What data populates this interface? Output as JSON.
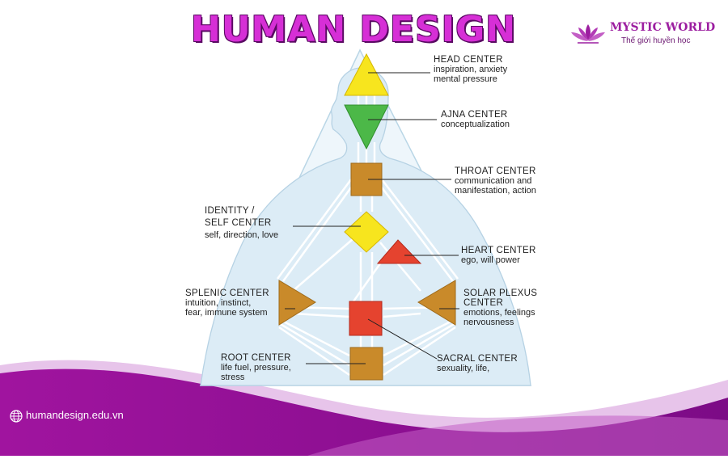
{
  "header": {
    "title": "HUMAN DESIGN"
  },
  "brand": {
    "name": "MYSTIC WORLD",
    "tagline": "Thế giới huyền học",
    "icon": "lotus-icon"
  },
  "centers": {
    "head": {
      "title": "HEAD CENTER",
      "desc": [
        "inspiration, anxiety",
        "mental pressure"
      ],
      "color": "#f7e51e"
    },
    "ajna": {
      "title": "AJNA CENTER",
      "desc": [
        "conceptualization"
      ],
      "color": "#4cb848"
    },
    "throat": {
      "title": "THROAT CENTER",
      "desc": [
        "communication and",
        "manifestation, action"
      ],
      "color": "#c98a2a"
    },
    "identity": {
      "title": [
        "IDENTITY /",
        "SELF CENTER"
      ],
      "desc": [
        "self, direction, love"
      ],
      "color": "#f7e51e"
    },
    "heart": {
      "title": "HEART CENTER",
      "desc": [
        "ego, will power"
      ],
      "color": "#e5432f"
    },
    "splenic": {
      "title": "SPLENIC CENTER",
      "desc": [
        "intuition, instinct,",
        "fear, immune system"
      ],
      "color": "#c98a2a"
    },
    "solar": {
      "title": [
        "SOLAR PLEXUS",
        "CENTER"
      ],
      "desc": [
        "emotions, feelings",
        "nervousness"
      ],
      "color": "#c98a2a"
    },
    "sacral": {
      "title": "SACRAL CENTER",
      "desc": [
        "sexuality, life,"
      ],
      "color": "#e5432f"
    },
    "root": {
      "title": "ROOT CENTER",
      "desc": [
        "life fuel, pressure,",
        "stress"
      ],
      "color": "#c98a2a"
    }
  },
  "footer": {
    "website": "humandesign.edu.vn",
    "icon": "globe-icon"
  },
  "colors": {
    "title": "#d62fd6",
    "wave_primary": "#8b0f8f",
    "wave_light": "#c35ec5",
    "body_fill": "#dcecf6"
  }
}
